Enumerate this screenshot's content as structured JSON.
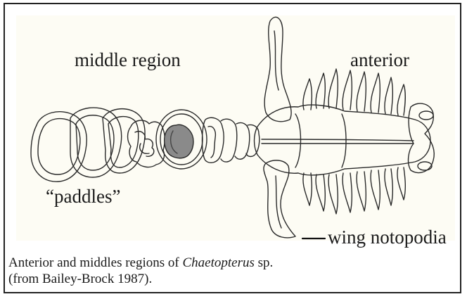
{
  "labels": {
    "middle_region": "middle region",
    "anterior": "anterior",
    "paddles": "“paddles”",
    "wing_notopodia": "wing notopodia"
  },
  "caption": {
    "line1_prefix": "Anterior and middles regions of ",
    "line1_genus": "Chaetopterus",
    "line1_suffix": " sp.",
    "line2": "(from Bailey-Brock 1987)."
  }
}
